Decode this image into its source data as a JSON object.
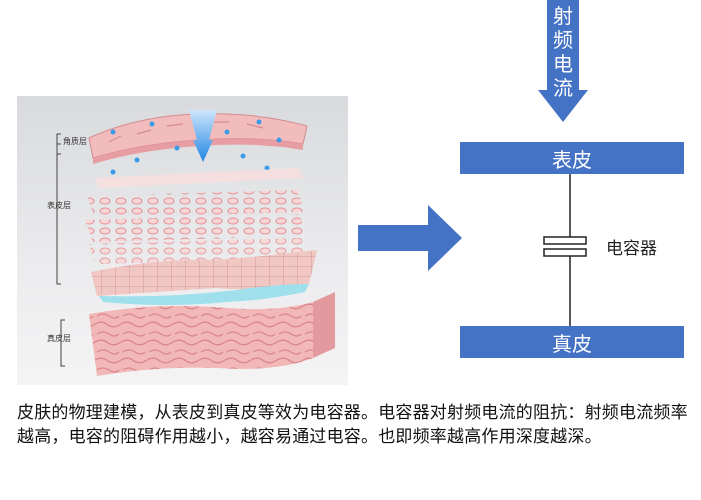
{
  "illustration": {
    "labels": {
      "stratum_corneum": "角质层",
      "epidermis": "表皮层",
      "dermis": "真皮层"
    }
  },
  "circuit": {
    "input_label": "射频电流",
    "top_layer": "表皮",
    "bottom_layer": "真皮",
    "capacitor_label": "电容器"
  },
  "colors": {
    "accent_blue": "#4472c4",
    "skin_pink": "#f2b8b8"
  },
  "caption": "皮肤的物理建模，从表皮到真皮等效为电容器。电容器对射频电流的阻抗：射频电流频率越高，电容的阻碍作用越小，越容易通过电容。也即频率越高作用深度越深。"
}
